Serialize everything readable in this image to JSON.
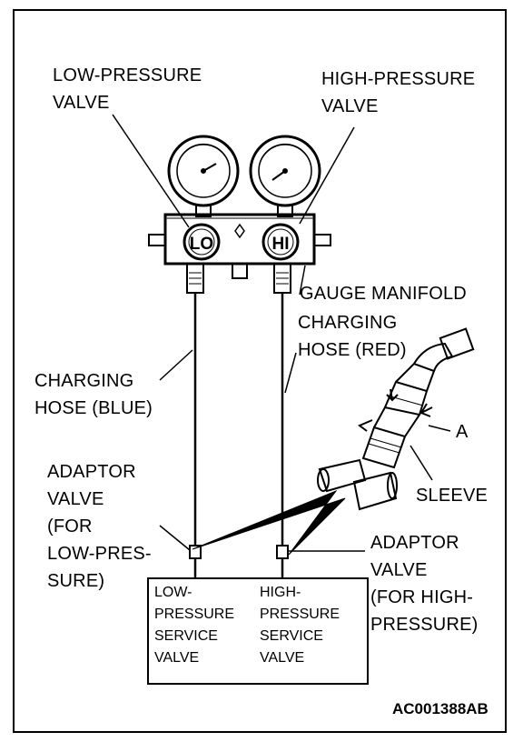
{
  "labels": {
    "low_pressure_valve": "LOW-PRESSURE\nVALVE",
    "high_pressure_valve": "HIGH-PRESSURE\nVALVE",
    "gauge_manifold": "GAUGE MANIFOLD",
    "charging_hose_red": "CHARGING\nHOSE (RED)",
    "charging_hose_blue": "CHARGING\nHOSE (BLUE)",
    "a": "A",
    "sleeve": "SLEEVE",
    "adaptor_valve_low": "ADAPTOR\nVALVE\n(FOR\nLOW-PRES-\nSURE)",
    "adaptor_valve_high": "ADAPTOR\nVALVE\n(FOR HIGH-\nPRESSURE)",
    "low_pressure_service_valve": "LOW-\nPRESSURE\nSERVICE\nVALVE",
    "high_pressure_service_valve": "HIGH-\nPRESSURE\nSERVICE\nVALVE"
  },
  "gauge_markings": {
    "lo": "LO",
    "hi": "HI"
  },
  "figure_code": "AC001388AB",
  "colors": {
    "line": "#000000",
    "background": "#ffffff"
  }
}
